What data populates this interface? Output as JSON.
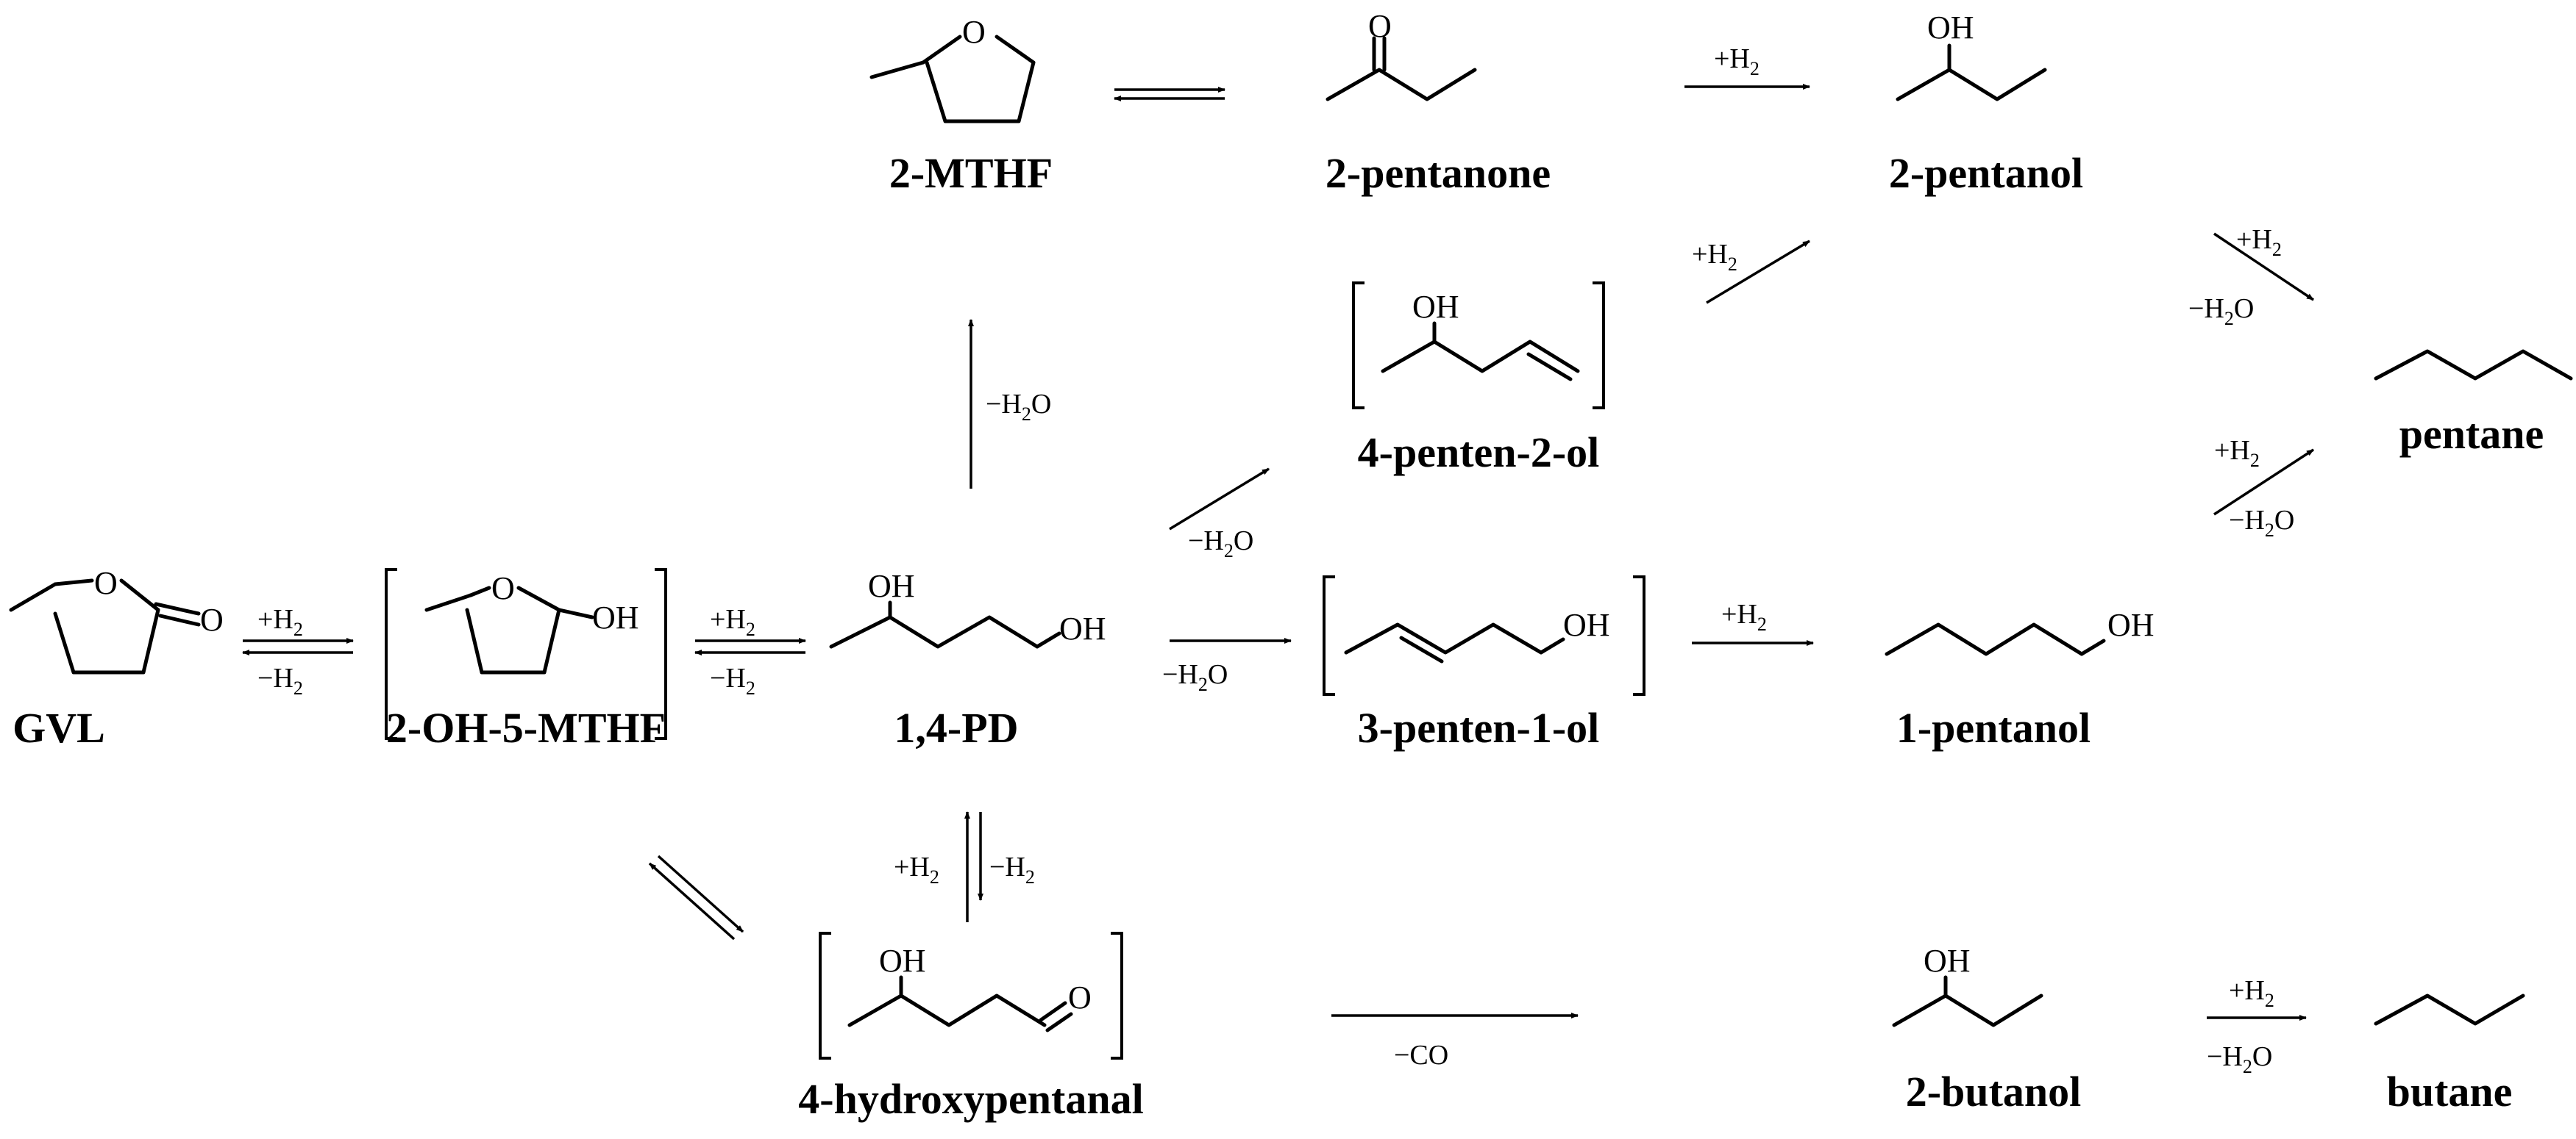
{
  "compounds": {
    "gvl": "GVL",
    "oh_mthf": "2-OH-5-MTHF",
    "pd14": "1,4-PD",
    "mthf": "2-MTHF",
    "pentanone": "2-pentanone",
    "pentanol2": "2-pentanol",
    "penten2ol": "4-penten-2-ol",
    "penten1ol": "3-penten-1-ol",
    "pentanol1": "1-pentanol",
    "pentane": "pentane",
    "hydroxypentanal": "4-hydroxypentanal",
    "butanol2": "2-butanol",
    "butane": "butane"
  },
  "atoms": {
    "o": "O",
    "oh": "OH"
  },
  "conditions": {
    "plus_h2": "+H",
    "minus_h2": "−H",
    "minus_h2o": "−H",
    "water_o": "O",
    "sub2": "2",
    "minus_co": "−CO"
  }
}
